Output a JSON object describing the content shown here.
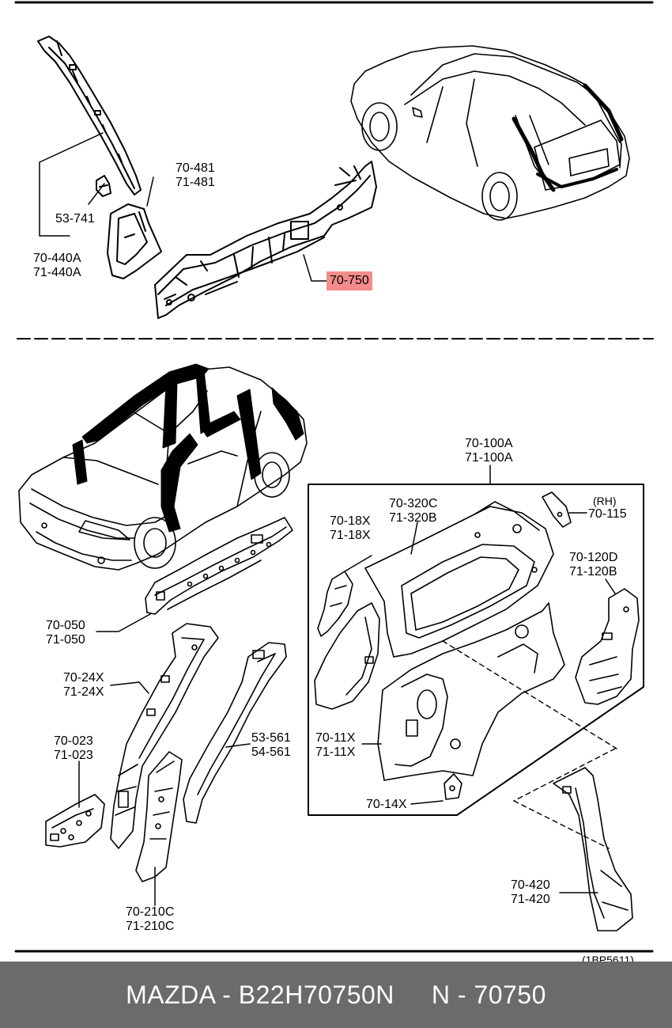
{
  "labels": {
    "p70_481": "70-481",
    "p71_481": "71-481",
    "p53_741": "53-741",
    "p70_440a": "70-440A",
    "p71_440a": "71-440A",
    "p70_750": "70-750",
    "p70_100a": "70-100A",
    "p71_100a": "71-100A",
    "p70_320c": "70-320C",
    "p71_320b": "71-320B",
    "p70_18x": "70-18X",
    "p71_18x": "71-18X",
    "rh": "(RH)",
    "p70_115": "70-115",
    "p70_120d": "70-120D",
    "p71_120b": "71-120B",
    "p70_050": "70-050",
    "p71_050": "71-050",
    "p70_24x": "70-24X",
    "p71_24x": "71-24X",
    "p70_023": "70-023",
    "p71_023": "71-023",
    "p53_561": "53-561",
    "p54_561": "54-561",
    "p70_11x": "70-11X",
    "p71_11x": "71-11X",
    "p70_14x": "70-14X",
    "p70_420": "70-420",
    "p71_420": "71-420",
    "p70_210c": "70-210C",
    "p71_210c": "71-210C"
  },
  "ref_code": "(1BP5611)",
  "caption": "MAZDA - B22H70750N     N - 70750",
  "highlight_color": "#f48c8c",
  "bar_color": "#6b6b6b"
}
